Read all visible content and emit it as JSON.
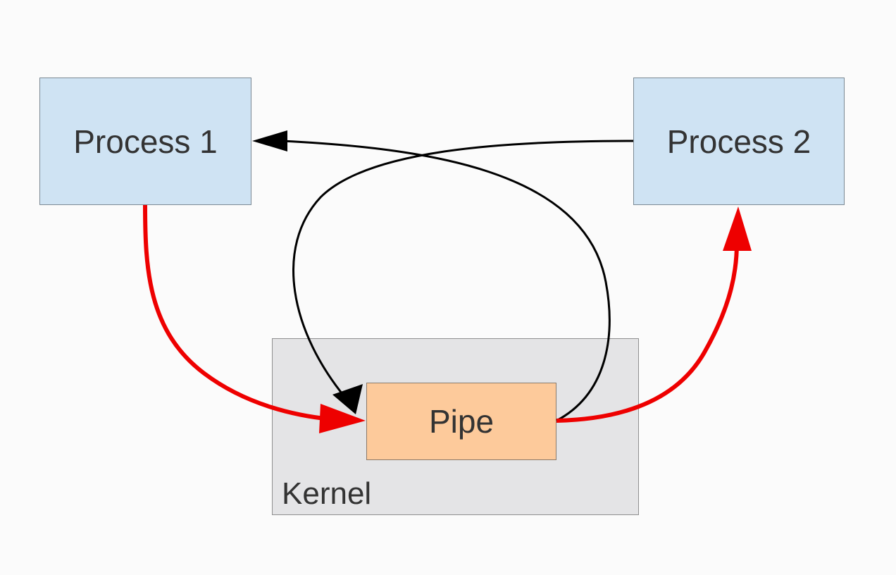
{
  "diagram": {
    "process1": {
      "label": "Process 1"
    },
    "process2": {
      "label": "Process 2"
    },
    "kernel": {
      "label": "Kernel"
    },
    "pipe": {
      "label": "Pipe"
    }
  },
  "colors": {
    "process_fill": "#cfe3f3",
    "kernel_fill": "#e4e4e6",
    "pipe_fill": "#fdca9b",
    "data_flow_arrow": "#ee0000",
    "control_arrow": "#000000",
    "text": "#333333"
  }
}
